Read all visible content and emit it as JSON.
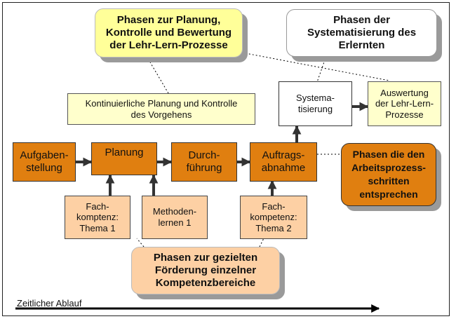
{
  "boxes": {
    "planning_evaluation": "Phasen zur Planung,\nKontrolle und Bewertung\nder Lehr-Lern-Prozesse",
    "systematization_phases": "Phasen der\nSystematisierung des\nErlernten",
    "continuous_planning": "Kontinuierliche Planung und Kontrolle\ndes Vorgehens",
    "systematisierung": "Systema-\ntisierung",
    "auswertung": "Auswertung\nder Lehr-Lern-\nProzesse",
    "aufgabenstellung": "Aufgaben-\nstellung",
    "planung": "Planung",
    "durchfuehrung": "Durch-\nführung",
    "auftragsabnahme": "Auftrags-\nabnahme",
    "work_process_phases": "Phasen die den\nArbeitsprozess-\nschritten\nentsprechen",
    "fachkompetenz_1": "Fach-\nkomptenz:\nThema 1",
    "methodenlernen": "Methoden-\nlernen 1",
    "fachkompetenz_2": "Fach-\nkompetenz:\nThema 2",
    "competence_phases": "Phasen zur gezielten\nFörderung einzelner\nKompetenzbereiche"
  },
  "timeline_label": "Zeitlicher Ablauf",
  "colors": {
    "orange": "#E07F10",
    "peach": "#FDD0A4",
    "light_yellow": "#FFFFCC",
    "bright_yellow": "#FFFF99",
    "shadow": "#9A9A9A"
  }
}
